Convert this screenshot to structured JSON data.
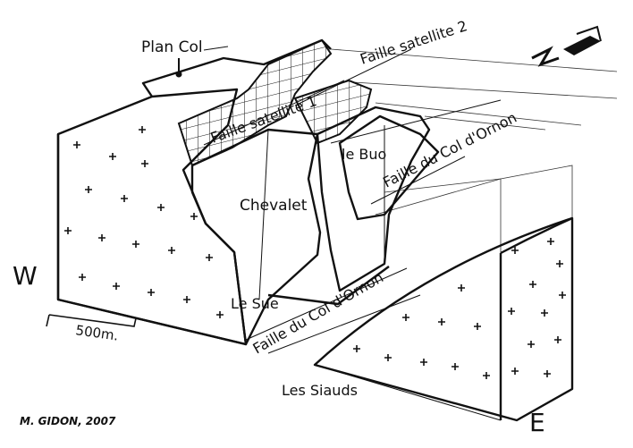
{
  "diagram": {
    "labels": {
      "plan_col": "Plan Col",
      "faille_satellite_1": "Faille satellite 1",
      "faille_satellite_2": "Faille satellite 2",
      "faille_col_ornon_upper": "Faille du Col d'Ornon",
      "faille_col_ornon_lower": "Faille du Col d'Ornon",
      "le_buo": "le Buo",
      "chevalet": "Chevalet",
      "le_sue": "Le Sue",
      "les_siauds": "Les Siauds",
      "west": "W",
      "east": "E",
      "north": "N",
      "scale": "500m.",
      "credit": "M. GIDON, 2007"
    }
  }
}
